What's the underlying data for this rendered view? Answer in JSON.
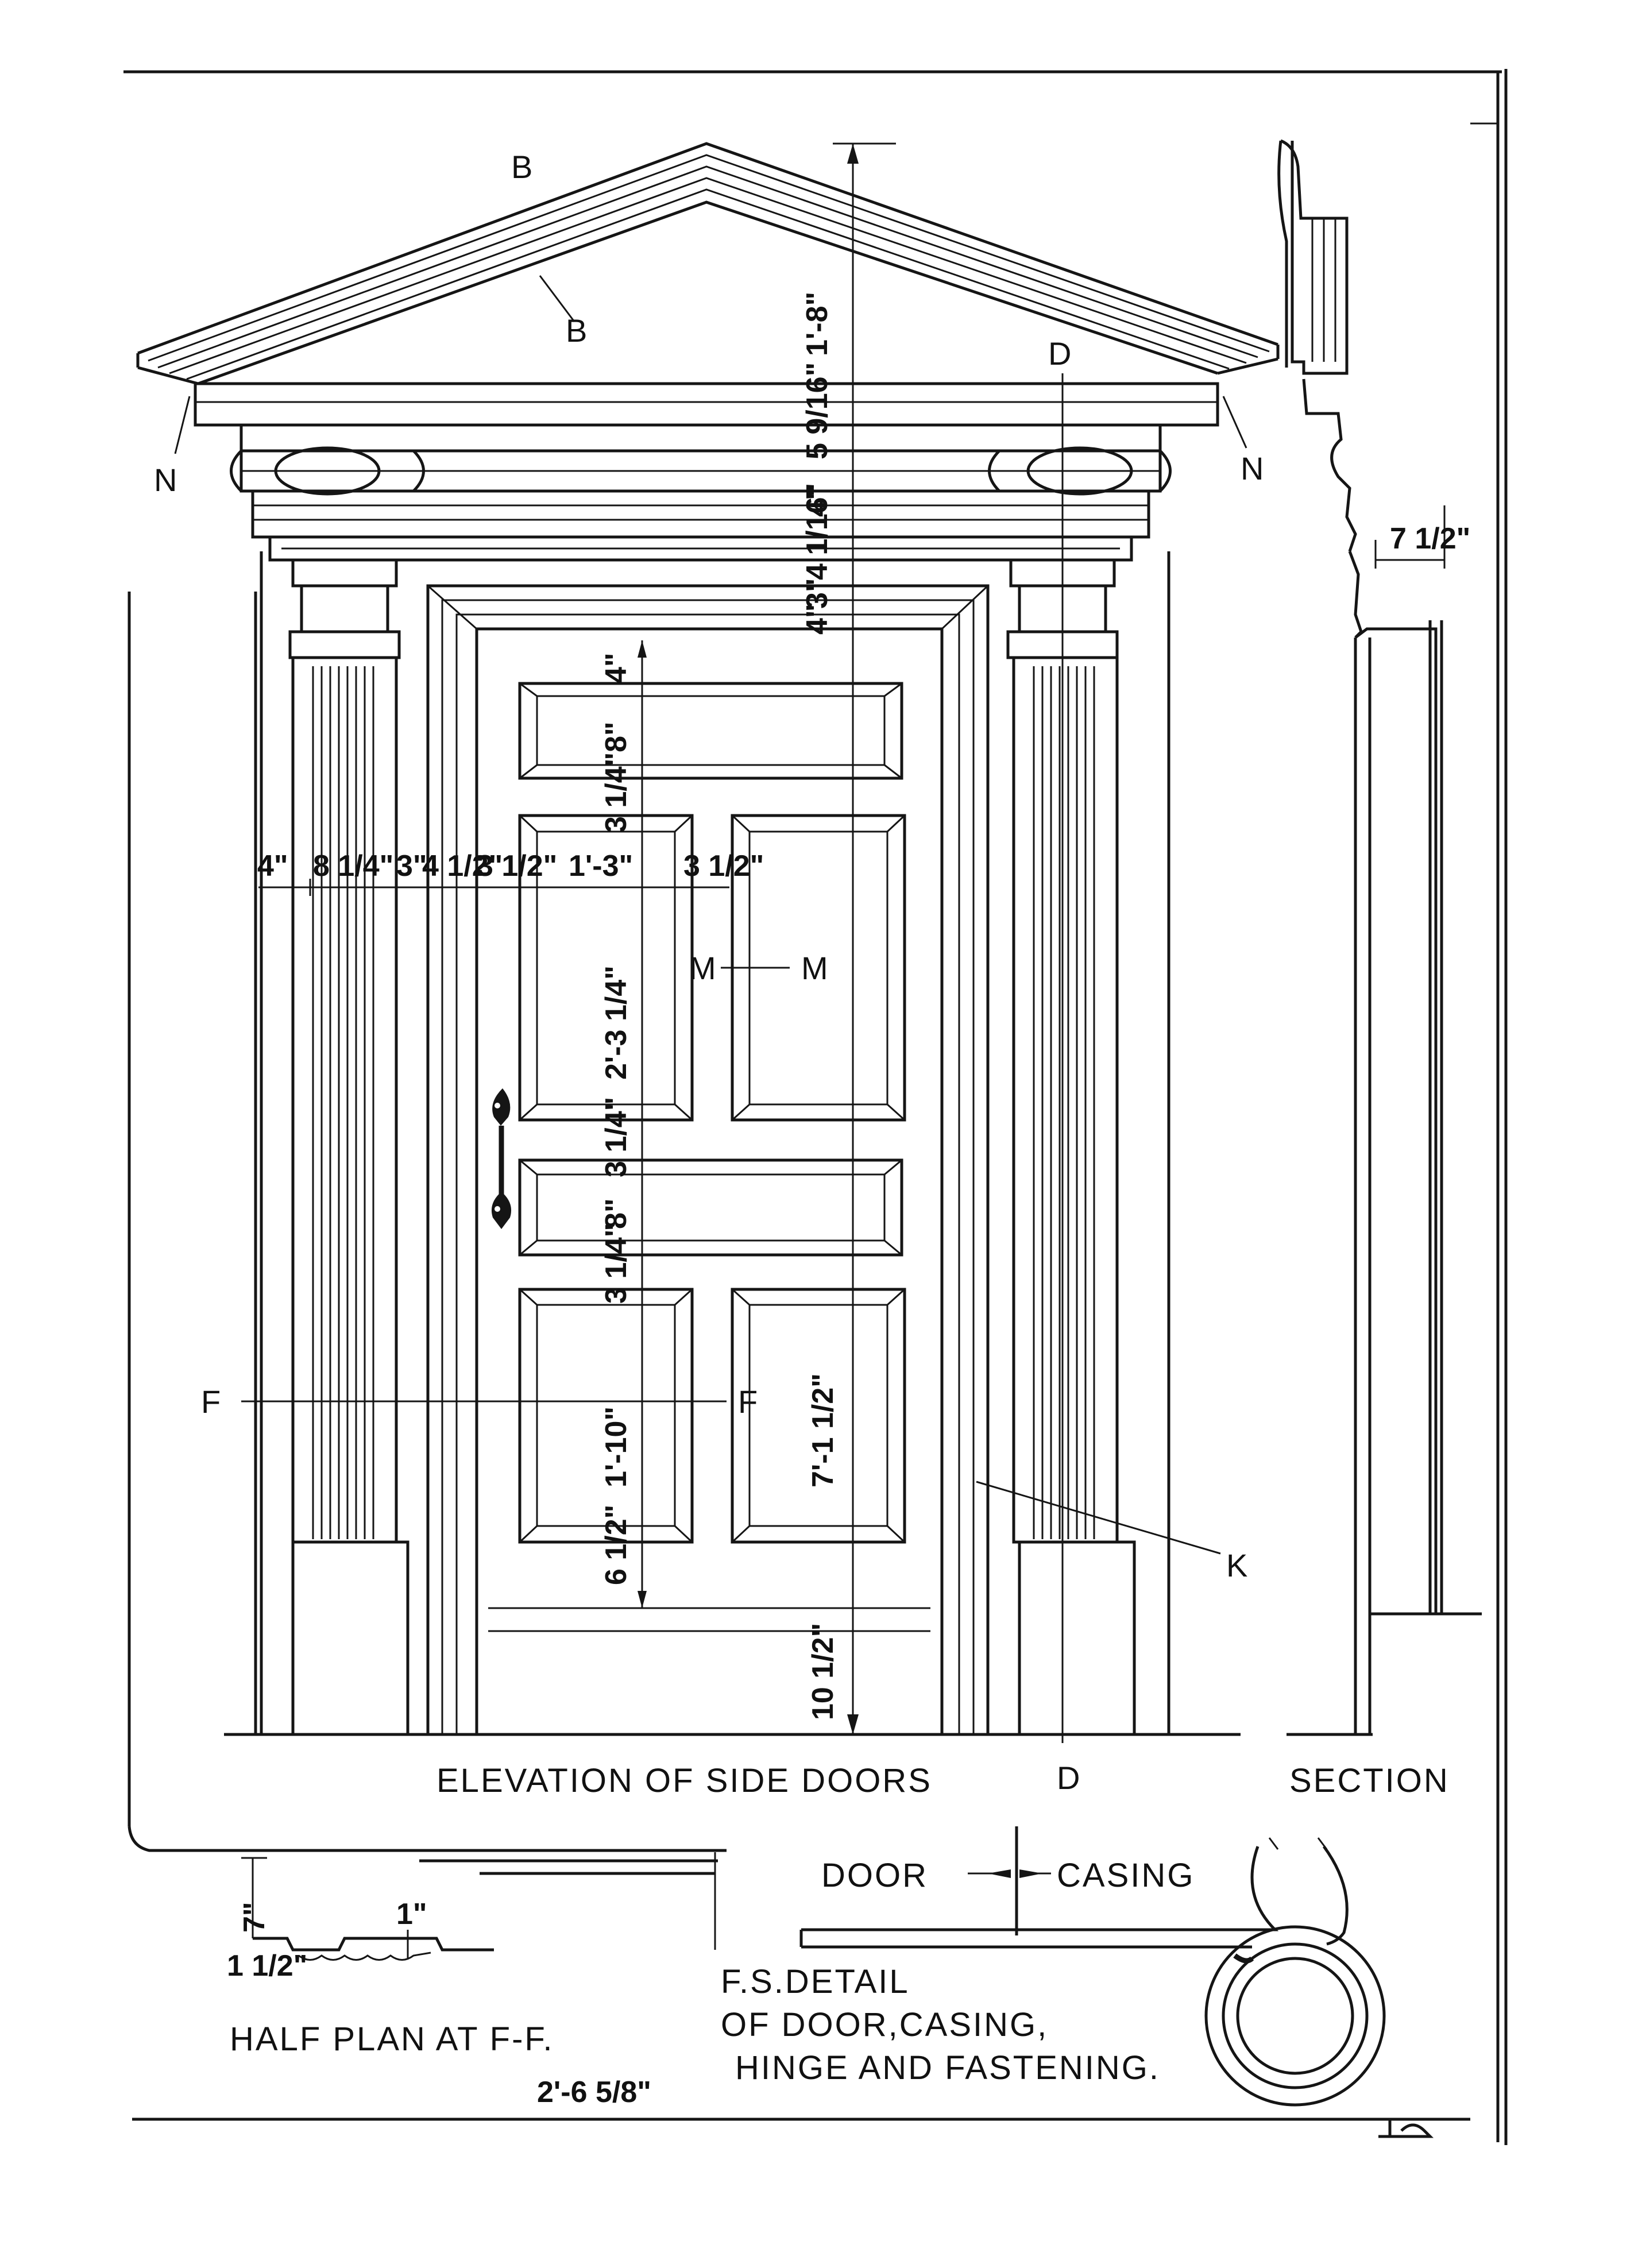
{
  "titles": {
    "elevation": "ELEVATION OF SIDE DOORS",
    "section": "SECTION",
    "half_plan": "HALF PLAN AT F-F.",
    "fs_detail_line1": "F.S.DETAIL",
    "fs_detail_line2": "OF DOOR,CASING,",
    "fs_detail_line3": "HINGE AND FASTENING."
  },
  "detail_labels": {
    "door": "DOOR",
    "casing": "CASING"
  },
  "section_markers": {
    "b_top": "B",
    "b_bottom": "B",
    "d_top": "D",
    "d_bottom": "D",
    "n_left": "N",
    "n_right": "N",
    "m_left": "M",
    "m_right": "M",
    "f_left": "F",
    "f_right": "F",
    "k": "K"
  },
  "dimensions": {
    "pediment_height": "1'-8\"",
    "cornice_a": "5 9/16\"",
    "cornice_b": "4\"",
    "frieze_a": "4 1/16\"",
    "frieze_b": "3\"",
    "architrave": "4\"",
    "top_rail": "4\"",
    "top_panel": "8\"",
    "lock_rail_upper": "3 1/4\"",
    "upper_panel_height": "2'-3 1/4\"",
    "middle_rail": "3 1/4\"",
    "middle_panel": "8\"",
    "lower_rail": "3 1/4\"",
    "lower_panel_height": "1'-10\"",
    "bottom_rail": "6 1/2\"",
    "door_height": "7'-1 1/2\"",
    "plinth": "10 1/2\"",
    "pilaster_left": "4\"",
    "pilaster_width": "8 1/4\"",
    "casing_gap": "3\"",
    "casing_width": "4 1/2\"",
    "stile": "3 1/2\"",
    "panel_width": "1'-3\"",
    "center_stile": "3 1/2\"",
    "section_projection": "7 1/2\"",
    "plan_depth": "7\"",
    "plan_small_a": "1\"",
    "plan_small_b": "1 1/2\"",
    "half_width": "2'-6 5/8\""
  }
}
